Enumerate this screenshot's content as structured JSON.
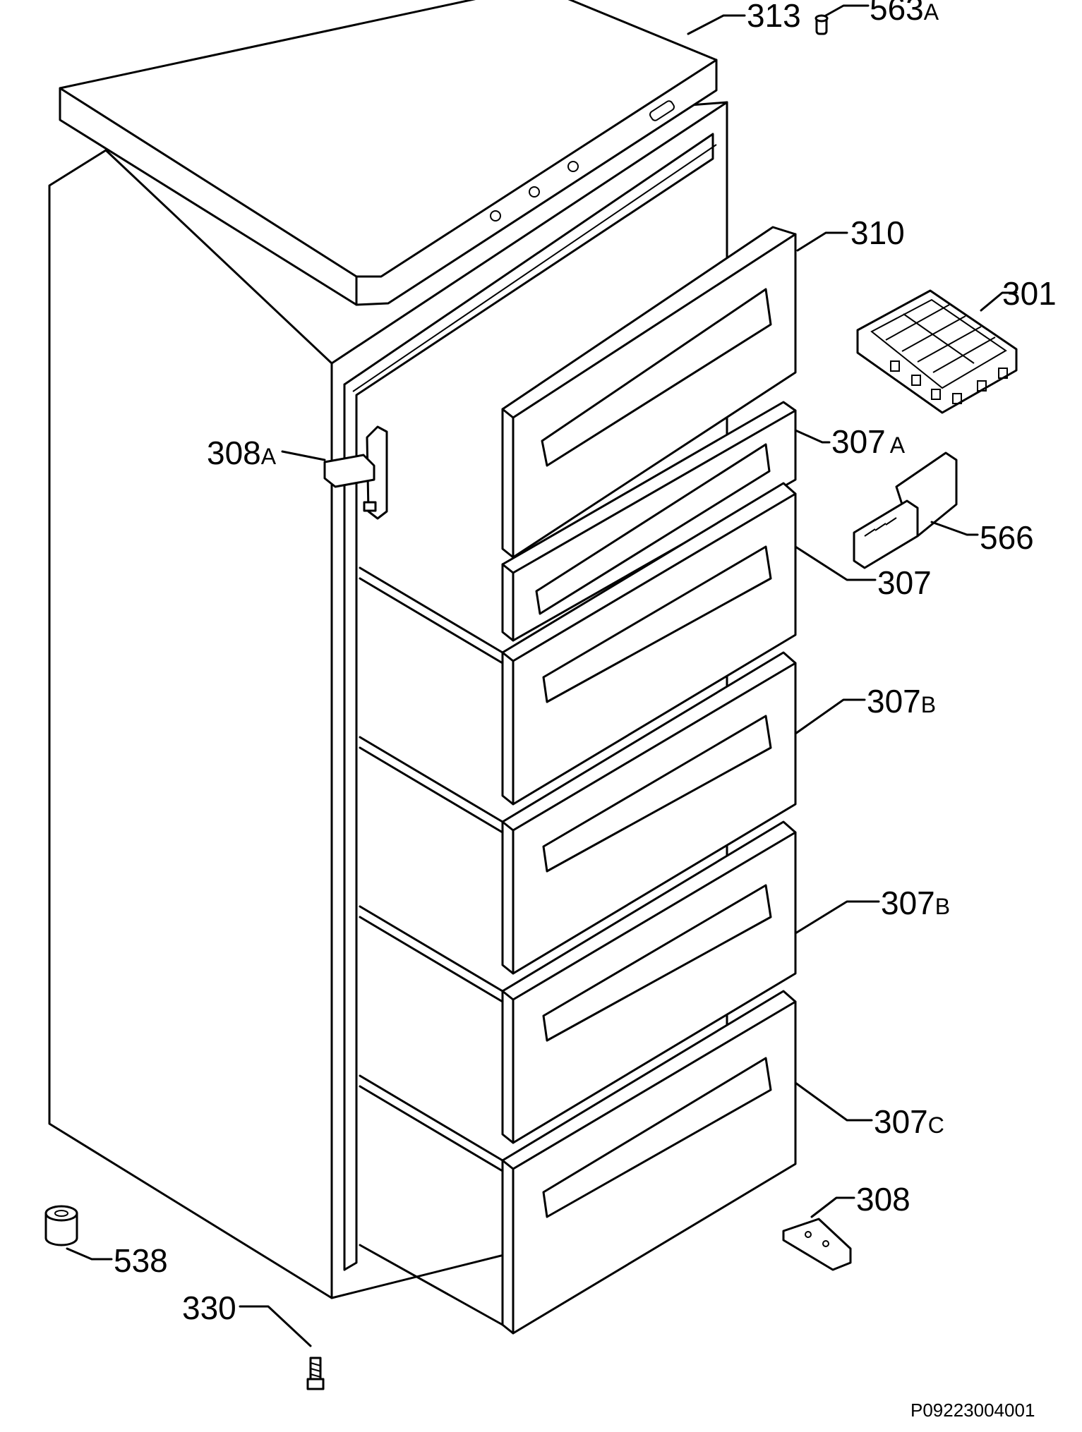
{
  "diagram": {
    "callouts": {
      "c313": "313",
      "c563": "563",
      "c563_suffix": "A",
      "c310": "310",
      "c301": "301",
      "c308a": "308",
      "c308a_suffix": "A",
      "c307a": "307",
      "c307a_suffix": "A",
      "c566": "566",
      "c307": "307",
      "c307b_1": "307",
      "c307b_1_suffix": "B",
      "c307b_2": "307",
      "c307b_2_suffix": "B",
      "c307c": "307",
      "c307c_suffix": "C",
      "c308": "308",
      "c538": "538",
      "c330": "330"
    },
    "reference_code": "P09223004001"
  }
}
